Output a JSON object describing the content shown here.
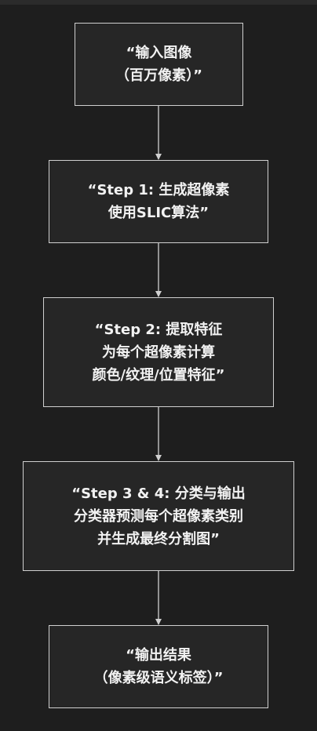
{
  "flowchart": {
    "nodes": [
      {
        "id": "input",
        "lines": [
          "“输入图像",
          "（百万像素）”"
        ]
      },
      {
        "id": "step1",
        "lines": [
          "“Step 1: 生成超像素",
          "使用SLIC算法”"
        ]
      },
      {
        "id": "step2",
        "lines": [
          "“Step 2: 提取特征",
          "为每个超像素计算",
          "颜色/纹理/位置特征”"
        ]
      },
      {
        "id": "step34",
        "lines": [
          "“Step 3 & 4: 分类与输出",
          "分类器预测每个超像素类别",
          "并生成最终分割图”"
        ]
      },
      {
        "id": "output",
        "lines": [
          "“输出结果",
          "（像素级语义标签）”"
        ]
      }
    ],
    "edges": [
      {
        "from": "input",
        "to": "step1"
      },
      {
        "from": "step1",
        "to": "step2"
      },
      {
        "from": "step2",
        "to": "step34"
      },
      {
        "from": "step34",
        "to": "output"
      }
    ],
    "colors": {
      "background": "#1e1e1e",
      "node_fill": "#262626",
      "node_border": "#cfcfcf",
      "text": "#f2f2f2",
      "edge": "#d0d0d0"
    }
  }
}
